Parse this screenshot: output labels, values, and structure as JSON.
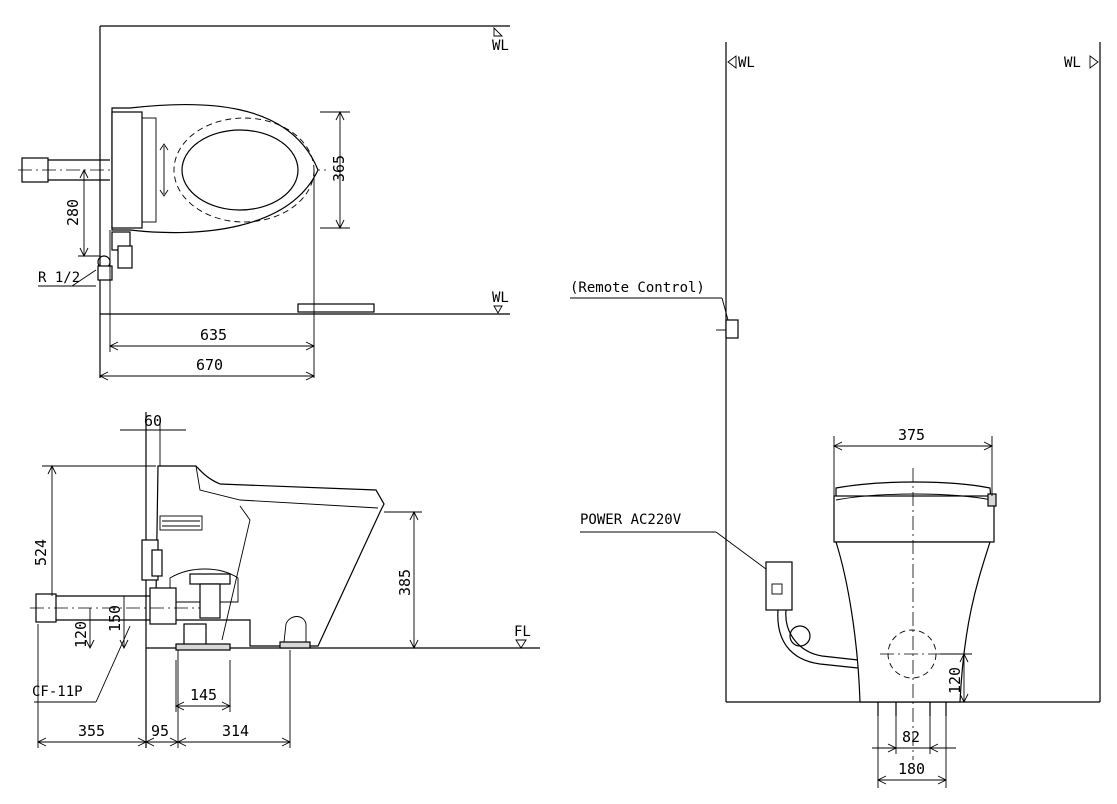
{
  "plan_view": {
    "wl_top": "WL",
    "wl_bottom": "WL",
    "dim_365": "365",
    "dim_280": "280",
    "thread_label": "R 1/2",
    "dim_635": "635",
    "dim_670": "670"
  },
  "side_view": {
    "dim_60": "60",
    "dim_524": "524",
    "dim_385": "385",
    "dim_120": "120",
    "dim_150": "150",
    "fl_label": "FL",
    "fitting_label": "CF-11P",
    "dim_145": "145",
    "dim_355": "355",
    "dim_95": "95",
    "dim_314": "314"
  },
  "front_view": {
    "wl_left": "WL",
    "wl_right": "WL",
    "remote_label": "(Remote Control)",
    "power_label": "POWER AC220V",
    "dim_375": "375",
    "dim_120": "120",
    "dim_82": "82",
    "dim_180": "180"
  }
}
